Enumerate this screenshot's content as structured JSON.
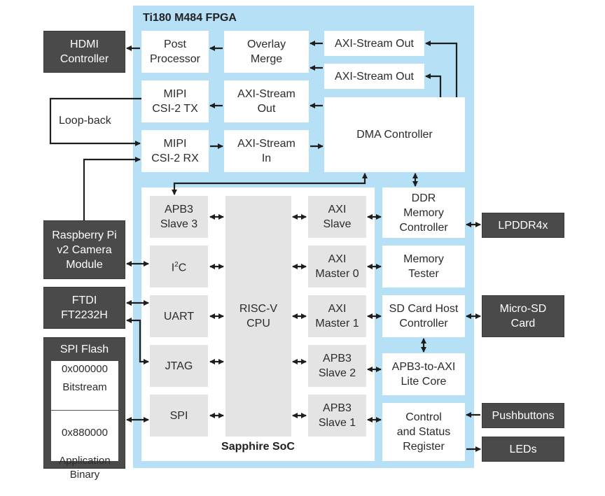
{
  "fpga": {
    "title": "Ti180 M484 FPGA",
    "blocks": {
      "post_processor": "Post\nProcessor",
      "overlay_merge": "Overlay\nMerge",
      "axi_stream_out_1": "AXI-Stream Out",
      "axi_stream_out_2": "AXI-Stream Out",
      "mipi_tx": "MIPI\nCSI-2 TX",
      "axi_stream_out_tx": "AXI-Stream\nOut",
      "mipi_rx": "MIPI\nCSI-2 RX",
      "axi_stream_in": "AXI-Stream\nIn",
      "dma_controller": "DMA Controller",
      "ddr_controller": "DDR\nMemory\nController",
      "memory_tester": "Memory\nTester",
      "sd_card_host": "SD Card Host\nController",
      "apb3_to_axi": "APB3-to-AXI\nLite Core",
      "csr": "Control\nand Status\nRegister"
    },
    "soc": {
      "label": "Sapphire SoC",
      "left": [
        "APB3\nSlave 3",
        "I2C",
        "UART",
        "JTAG",
        "SPI"
      ],
      "i2c_base": "I",
      "i2c_sup": "2",
      "i2c_tail": "C",
      "cpu": "RISC-V\nCPU",
      "right": [
        "AXI\nSlave",
        "AXI\nMaster 0",
        "AXI\nMaster 1",
        "APB3\nSlave 2",
        "APB3\nSlave 1"
      ]
    }
  },
  "external": {
    "hdmi": "HDMI\nController",
    "loopback_label": "Loop-back",
    "camera": "Raspberry Pi\nv2 Camera\nModule",
    "ftdi": "FTDI\nFT2232H",
    "spi_flash": {
      "title": "SPI Flash",
      "regions": [
        {
          "address": "0x000000",
          "name": "Bitstream"
        },
        {
          "address": "0x880000",
          "name": "Application\nBinary"
        }
      ]
    },
    "lpddr": "LPDDR4x",
    "microsd": "Micro-SD\nCard",
    "pushbuttons": "Pushbuttons",
    "leds": "LEDs"
  },
  "colors": {
    "fpga_fill": "#b6e0f5",
    "external_fill": "#4a4a4a",
    "soc_block_fill": "#e4e4e4",
    "wire": "#1e1e1e"
  }
}
